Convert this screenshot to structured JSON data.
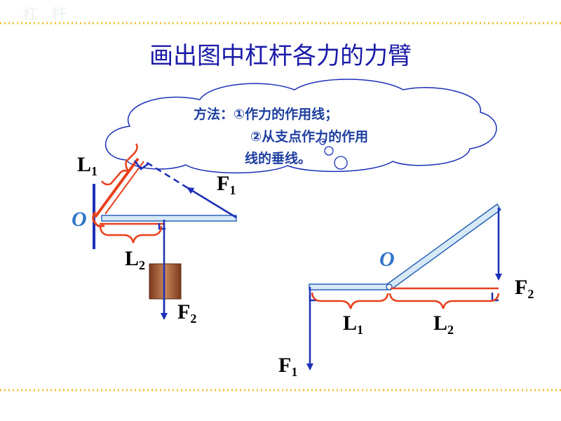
{
  "background_title": "杠 杆",
  "title": "画出图中杠杆各力的力臂",
  "method": {
    "line1": "方法：①作力的作用线；",
    "line2": "②从支点作力的作用",
    "line3": "线的垂线。"
  },
  "left_figure": {
    "pivot": "O",
    "arm1": {
      "letter": "L",
      "sub": "1"
    },
    "arm2": {
      "letter": "L",
      "sub": "2"
    },
    "force1": {
      "letter": "F",
      "sub": "1"
    },
    "force2": {
      "letter": "F",
      "sub": "2"
    }
  },
  "right_figure": {
    "pivot": "O",
    "arm1": {
      "letter": "L",
      "sub": "1"
    },
    "arm2": {
      "letter": "L",
      "sub": "2"
    },
    "force1": {
      "letter": "F",
      "sub": "1"
    },
    "force2": {
      "letter": "F",
      "sub": "2"
    }
  },
  "colors": {
    "title": "#1a1aa8",
    "force": "#1b2fb8",
    "lever_arm": "#e8401c",
    "lever_fill": "#d7e9f7",
    "lever_stroke": "#2a62b8",
    "dots": "#f0c030",
    "pivot_label": "#2f74c8"
  }
}
